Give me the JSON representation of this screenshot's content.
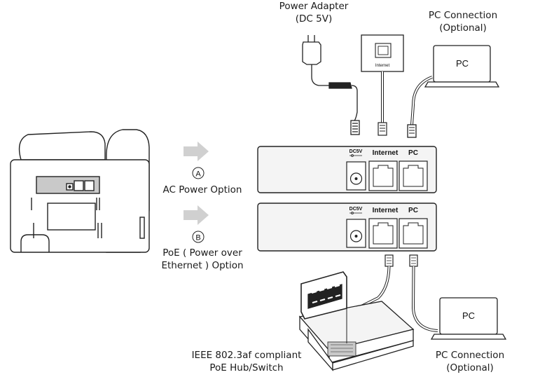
{
  "power_adapter": {
    "line1": "Power Adapter",
    "line2": "(DC 5V)"
  },
  "pc_connection_top": {
    "line1": "PC Connection",
    "line2": "(Optional)"
  },
  "pc_connection_bottom": {
    "line1": "PC Connection",
    "line2": "(Optional)"
  },
  "wall_jack_label": "Internet",
  "pc_screen_label": "PC",
  "option_a": {
    "marker": "A",
    "label": "AC Power Option"
  },
  "option_b": {
    "marker": "B",
    "line1": "PoE ( Power over",
    "line2": "Ethernet ) Option"
  },
  "port_labels": {
    "dc": "DC5V",
    "internet": "Internet",
    "pc": "PC"
  },
  "switch_label": {
    "line1": "IEEE 802.3af compliant",
    "line2": "PoE Hub/Switch"
  },
  "colors": {
    "line": "#222222",
    "panel": "#f4f4f4",
    "arrow": "#d0d0d0",
    "port_shade": "#c9c9c9"
  }
}
